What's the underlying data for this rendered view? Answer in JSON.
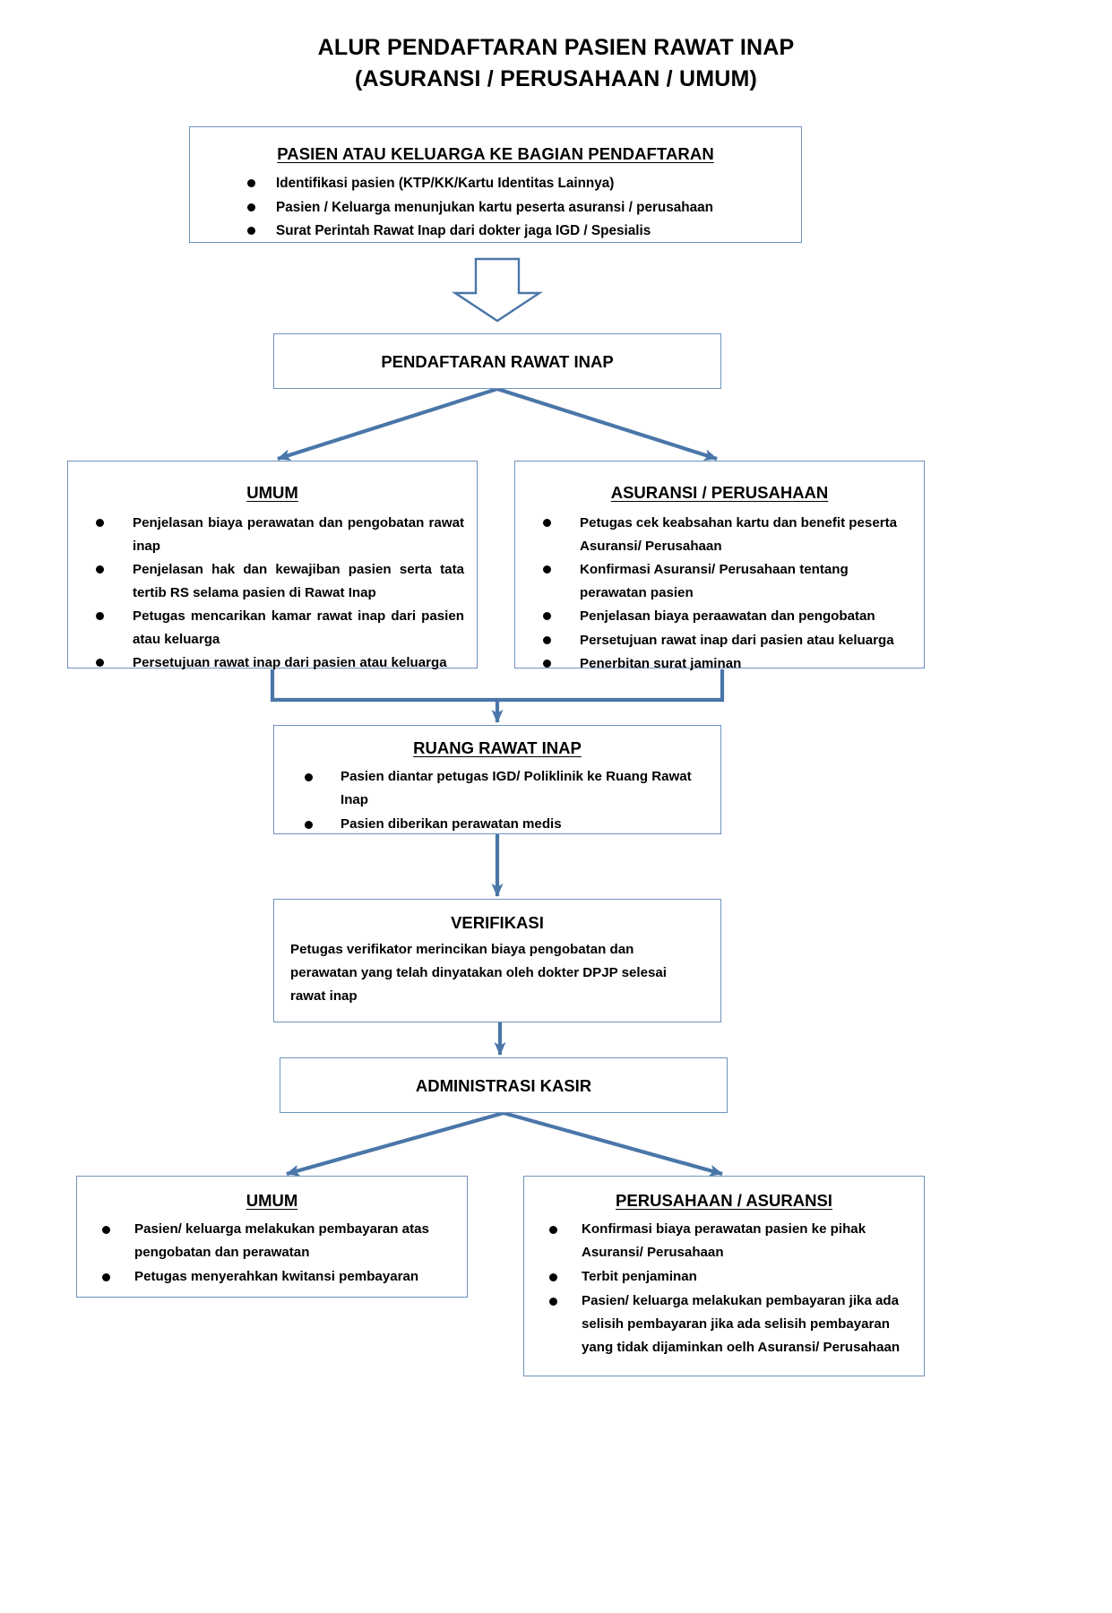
{
  "title": {
    "line1": "ALUR PENDAFTARAN PASIEN RAWAT INAP",
    "line2": "(ASURANSI / PERUSAHAAN / UMUM)"
  },
  "colors": {
    "box_border": "#6f93bd",
    "connector": "#4a76a8",
    "text": "#000000",
    "background": "#ffffff"
  },
  "nodes": {
    "pendaftaran": {
      "heading": "PASIEN ATAU KELUARGA KE BAGIAN PENDAFTARAN",
      "bullets": [
        "Identifikasi pasien (KTP/KK/Kartu Identitas Lainnya)",
        "Pasien / Keluarga menunjukan kartu peserta asuransi / perusahaan",
        "Surat Perintah Rawat Inap dari dokter jaga IGD / Spesialis"
      ]
    },
    "pendaftaran_rawat_inap": {
      "heading": "PENDAFTARAN RAWAT INAP"
    },
    "umum": {
      "heading": "UMUM",
      "bullets": [
        "Penjelasan biaya perawatan dan pengobatan rawat inap",
        "Penjelasan hak dan kewajiban pasien serta tata tertib RS selama pasien di Rawat Inap",
        "Petugas mencarikan kamar rawat inap dari pasien atau  keluarga",
        "Persetujuan rawat inap dari pasien atau keluarga"
      ]
    },
    "asuransi": {
      "heading": "ASURANSI / PERUSAHAAN",
      "bullets": [
        "Petugas cek keabsahan kartu dan benefit peserta Asuransi/ Perusahaan",
        "Konfirmasi Asuransi/ Perusahaan tentang perawatan pasien",
        "Penjelasan biaya peraawatan dan pengobatan",
        "Persetujuan rawat inap dari pasien atau keluarga",
        "Penerbitan surat jaminan"
      ]
    },
    "ruang_rawat_inap": {
      "heading": "RUANG RAWAT INAP",
      "bullets": [
        "Pasien diantar petugas IGD/ Poliklinik ke Ruang Rawat Inap",
        "Pasien diberikan perawatan medis"
      ]
    },
    "verifikasi": {
      "heading": "VERIFIKASI",
      "paragraph": "Petugas verifikator merincikan biaya pengobatan dan perawatan yang telah dinyatakan oleh dokter DPJP selesai rawat inap"
    },
    "administrasi_kasir": {
      "heading": "ADMINISTRASI KASIR"
    },
    "umum_bawah": {
      "heading": "UMUM",
      "bullets": [
        "Pasien/ keluarga melakukan pembayaran atas pengobatan dan perawatan",
        "Petugas menyerahkan kwitansi pembayaran"
      ]
    },
    "asuransi_bawah": {
      "heading": "PERUSAHAAN / ASURANSI",
      "bullets": [
        "Konfirmasi biaya perawatan pasien ke pihak Asuransi/ Perusahaan",
        "Terbit penjaminan",
        "Pasien/ keluarga melakukan pembayaran jika ada selisih pembayaran jika ada selisih pembayaran yang tidak dijaminkan oelh Asuransi/ Perusahaan"
      ]
    }
  },
  "connectors": [
    {
      "name": "block-arrow-down-pendaftaran",
      "from": "pendaftaran",
      "to": "pendaftaran_rawat_inap",
      "style": "block-arrow"
    },
    {
      "name": "split-to-umum",
      "from": "pendaftaran_rawat_inap",
      "to": "umum",
      "style": "line-arrow"
    },
    {
      "name": "split-to-asuransi",
      "from": "pendaftaran_rawat_inap",
      "to": "asuransi",
      "style": "line-arrow"
    },
    {
      "name": "merge-to-ruang-rawat-inap",
      "from": "umum+asuransi",
      "to": "ruang_rawat_inap",
      "style": "elbow-merge-arrow"
    },
    {
      "name": "ruang-to-verifikasi",
      "from": "ruang_rawat_inap",
      "to": "verifikasi",
      "style": "line-arrow"
    },
    {
      "name": "verifikasi-to-kasir",
      "from": "verifikasi",
      "to": "administrasi_kasir",
      "style": "line-arrow"
    },
    {
      "name": "kasir-to-umum-bawah",
      "from": "administrasi_kasir",
      "to": "umum_bawah",
      "style": "line-arrow"
    },
    {
      "name": "kasir-to-asuransi-bawah",
      "from": "administrasi_kasir",
      "to": "asuransi_bawah",
      "style": "line-arrow"
    }
  ]
}
